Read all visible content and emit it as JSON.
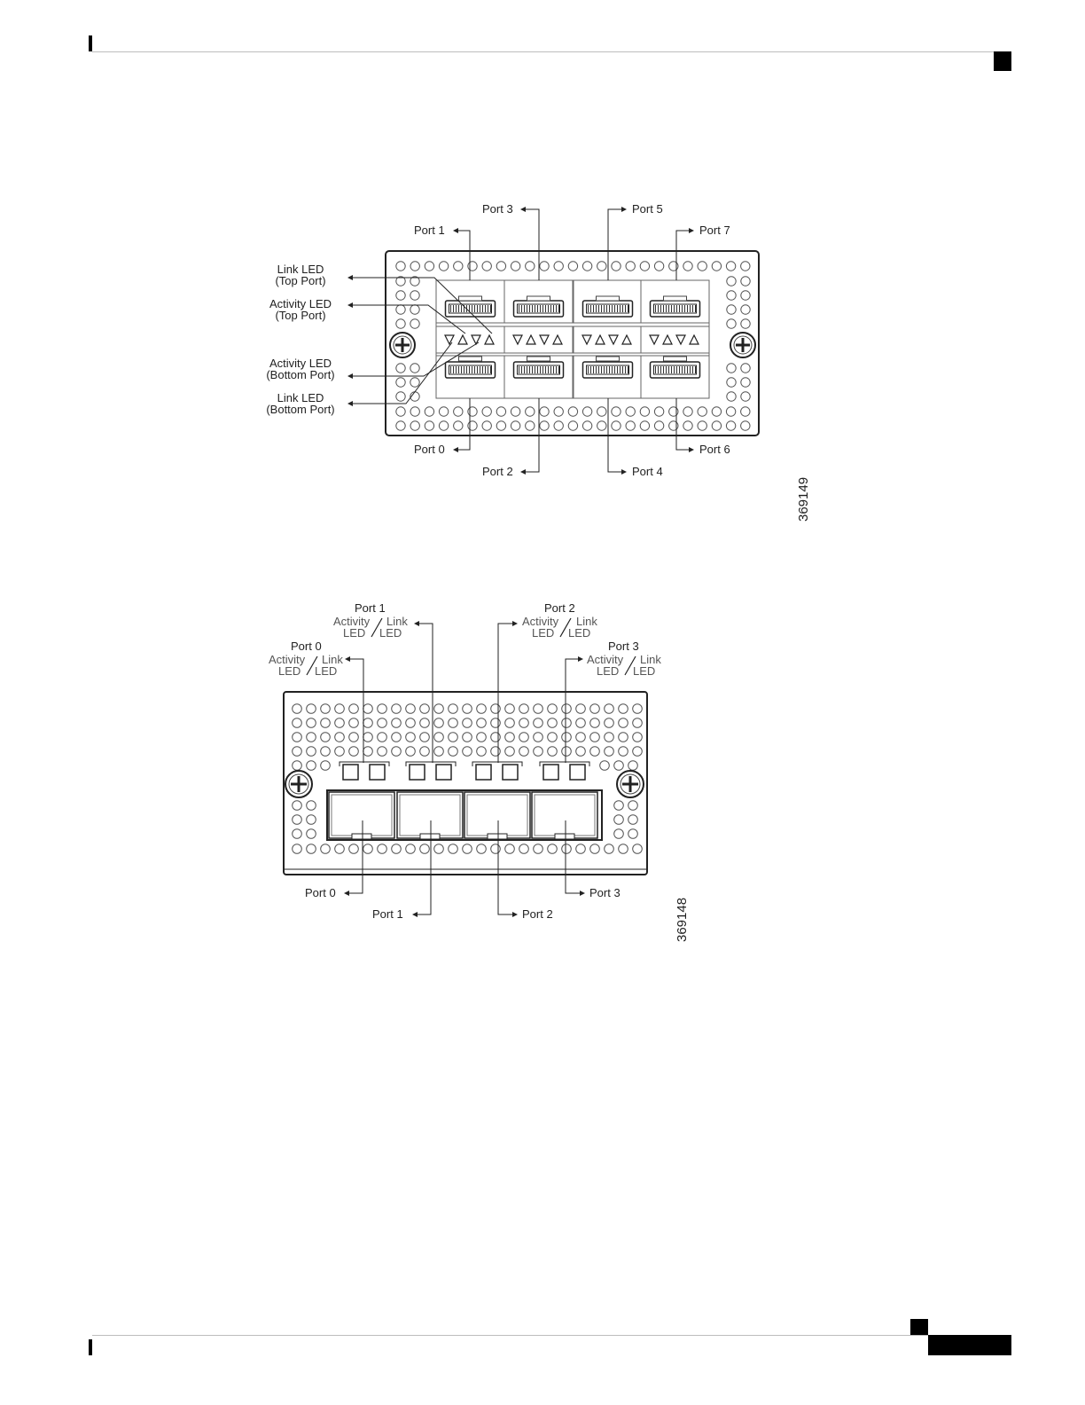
{
  "figure_8port": {
    "id": "369149",
    "top_ports": [
      "Port 1",
      "Port 3",
      "Port 5",
      "Port 7"
    ],
    "bottom_ports": [
      "Port 0",
      "Port 2",
      "Port 4",
      "Port 6"
    ],
    "led_labels": [
      {
        "line1": "Link LED",
        "line2": "(Top Port)"
      },
      {
        "line1": "Activity LED",
        "line2": "(Top Port)"
      },
      {
        "line1": "Activity LED",
        "line2": "(Bottom Port)"
      },
      {
        "line1": "Link LED",
        "line2": "(Bottom Port)"
      }
    ]
  },
  "figure_4port": {
    "id": "369148",
    "led_groups": [
      {
        "port": "Port 0",
        "activity": "Activity",
        "link": "Link",
        "led": "LED"
      },
      {
        "port": "Port 1",
        "activity": "Activity",
        "link": "Link",
        "led": "LED"
      },
      {
        "port": "Port 2",
        "activity": "Activity",
        "link": "Link",
        "led": "LED"
      },
      {
        "port": "Port 3",
        "activity": "Activity",
        "link": "Link",
        "led": "LED"
      }
    ],
    "port_labels": [
      "Port 0",
      "Port 1",
      "Port 2",
      "Port 3"
    ]
  }
}
